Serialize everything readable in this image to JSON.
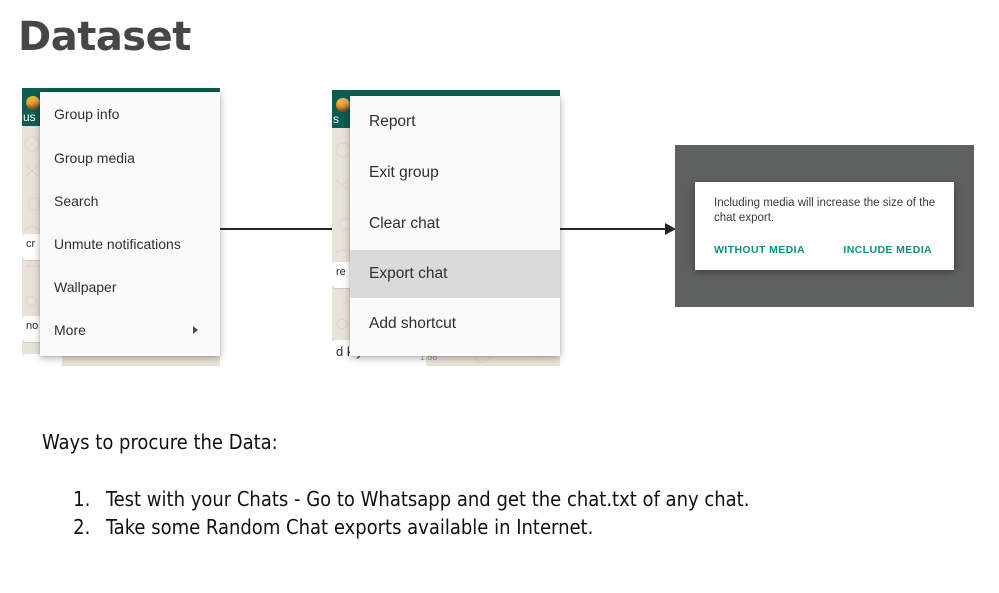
{
  "page": {
    "title": "Dataset"
  },
  "flow": {
    "arrow1": {
      "name": "arrow-menu1-to-menu2"
    },
    "arrow2": {
      "name": "arrow-menu2-to-dialog"
    }
  },
  "screen1": {
    "appbar": {
      "title": "us"
    },
    "bubbles": [
      {
        "text": "cr"
      },
      {
        "text": "no"
      }
    ],
    "menu": {
      "items": [
        {
          "label": "Group info",
          "selected": false,
          "submenu": false
        },
        {
          "label": "Group media",
          "selected": false,
          "submenu": false
        },
        {
          "label": "Search",
          "selected": false,
          "submenu": false
        },
        {
          "label": "Unmute notifications",
          "selected": false,
          "submenu": false
        },
        {
          "label": "Wallpaper",
          "selected": false,
          "submenu": false
        },
        {
          "label": "More",
          "selected": false,
          "submenu": true
        }
      ]
    }
  },
  "screen2": {
    "appbar": {
      "title": "s"
    },
    "bubbles": [
      {
        "text": "re"
      }
    ],
    "footer_text": "d kiye na?",
    "footer_stamp": "1:58",
    "menu": {
      "items": [
        {
          "label": "Report",
          "selected": false,
          "submenu": false
        },
        {
          "label": "Exit group",
          "selected": false,
          "submenu": false
        },
        {
          "label": "Clear chat",
          "selected": false,
          "submenu": false
        },
        {
          "label": "Export chat",
          "selected": true,
          "submenu": false
        },
        {
          "label": "Add shortcut",
          "selected": false,
          "submenu": false
        }
      ]
    }
  },
  "screen3": {
    "dialog": {
      "message": "Including media will increase the size of the chat export.",
      "without_media_label": "WITHOUT MEDIA",
      "include_media_label": "INCLUDE MEDIA"
    }
  },
  "body": {
    "heading": "Ways to procure the Data:",
    "items": [
      "Test with your Chats - Go to Whatsapp and get the chat.txt of any chat.",
      "Take some Random Chat exports available in Internet."
    ]
  },
  "colors": {
    "whatsapp_teal": "#0c5e52",
    "accent_teal": "#089080",
    "chat_wallpaper": "#e9e2d7",
    "menu_bg": "#fafafa",
    "menu_selected": "#dadada",
    "scrim_gray": "#5f6060",
    "title_gray": "#464646"
  }
}
